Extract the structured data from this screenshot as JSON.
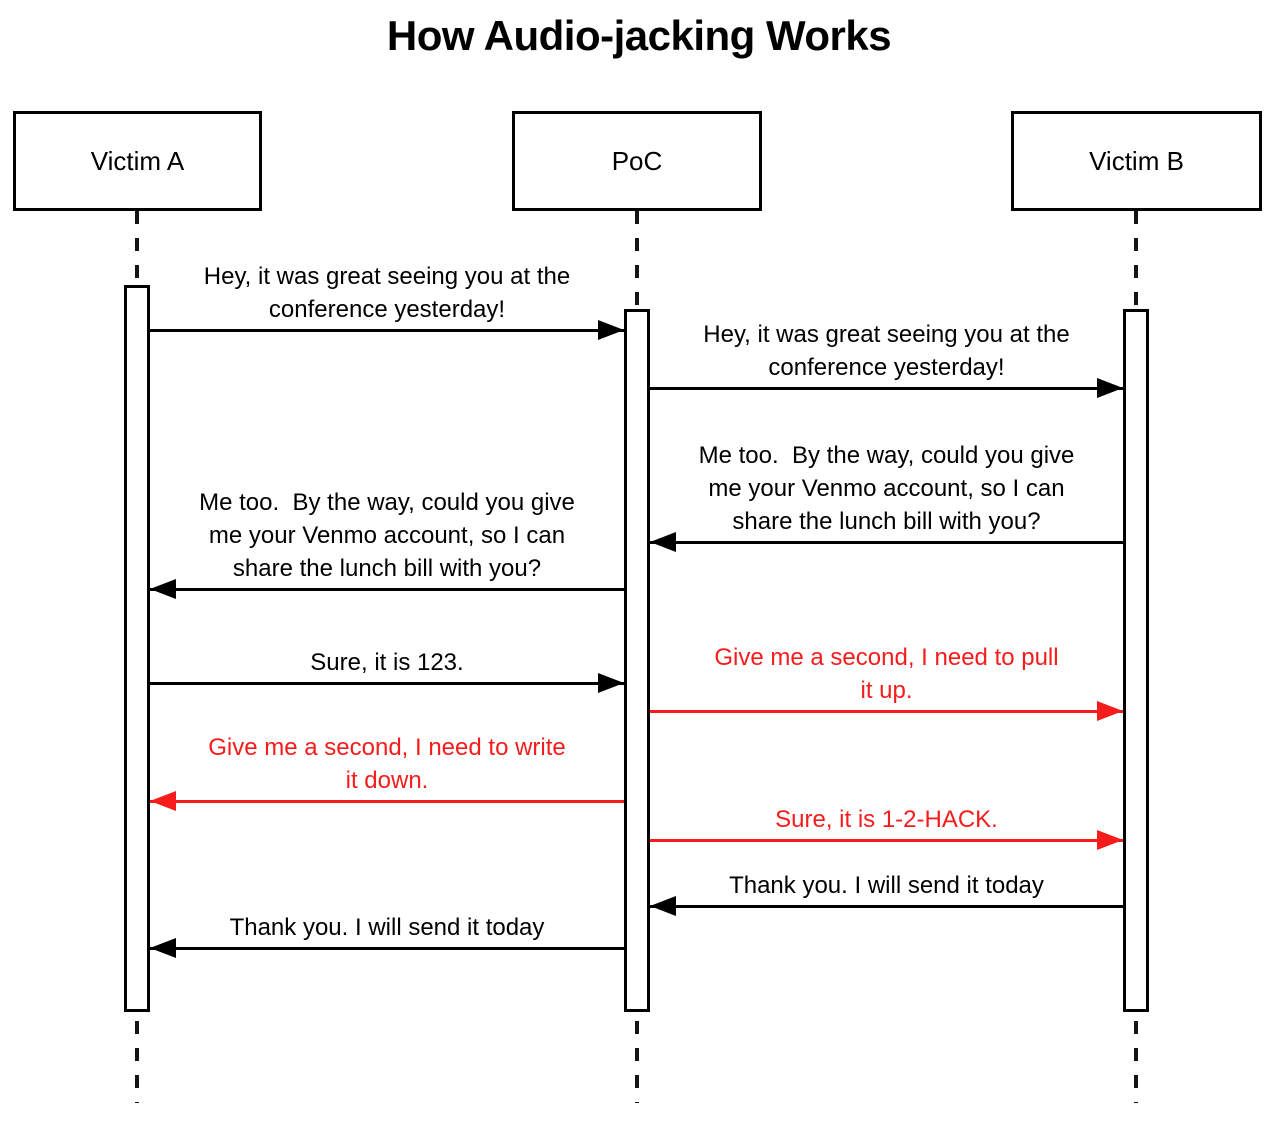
{
  "title": "How Audio-jacking Works",
  "colors": {
    "message_black": "#000000",
    "message_red": "#f71c1c",
    "background": "#ffffff"
  },
  "actors": [
    {
      "id": "victim-a",
      "name": "Victim A"
    },
    {
      "id": "poc",
      "name": "PoC"
    },
    {
      "id": "victim-b",
      "name": "Victim B"
    }
  ],
  "messages": [
    {
      "from": "Victim A",
      "to": "PoC",
      "color": "black",
      "text": "Hey, it was great seeing you at the\nconference yesterday!"
    },
    {
      "from": "PoC",
      "to": "Victim B",
      "color": "black",
      "text": "Hey, it was great seeing you at the\nconference yesterday!"
    },
    {
      "from": "Victim B",
      "to": "PoC",
      "color": "black",
      "text": "Me too.  By the way, could you give\nme your Venmo account, so I can\nshare the lunch bill with you?"
    },
    {
      "from": "PoC",
      "to": "Victim A",
      "color": "black",
      "text": "Me too.  By the way, could you give\nme your Venmo account, so I can\nshare the lunch bill with you?"
    },
    {
      "from": "Victim A",
      "to": "PoC",
      "color": "black",
      "text": "Sure, it is 123."
    },
    {
      "from": "PoC",
      "to": "Victim B",
      "color": "red",
      "text": "Give me a second, I need to pull\nit up."
    },
    {
      "from": "PoC",
      "to": "Victim A",
      "color": "red",
      "text": "Give me a second, I need to write\nit down."
    },
    {
      "from": "PoC",
      "to": "Victim B",
      "color": "red",
      "text": "Sure, it is 1-2-HACK."
    },
    {
      "from": "Victim B",
      "to": "PoC",
      "color": "black",
      "text": "Thank you. I will send it today"
    },
    {
      "from": "PoC",
      "to": "Victim A",
      "color": "black",
      "text": "Thank you. I will send it today"
    }
  ]
}
